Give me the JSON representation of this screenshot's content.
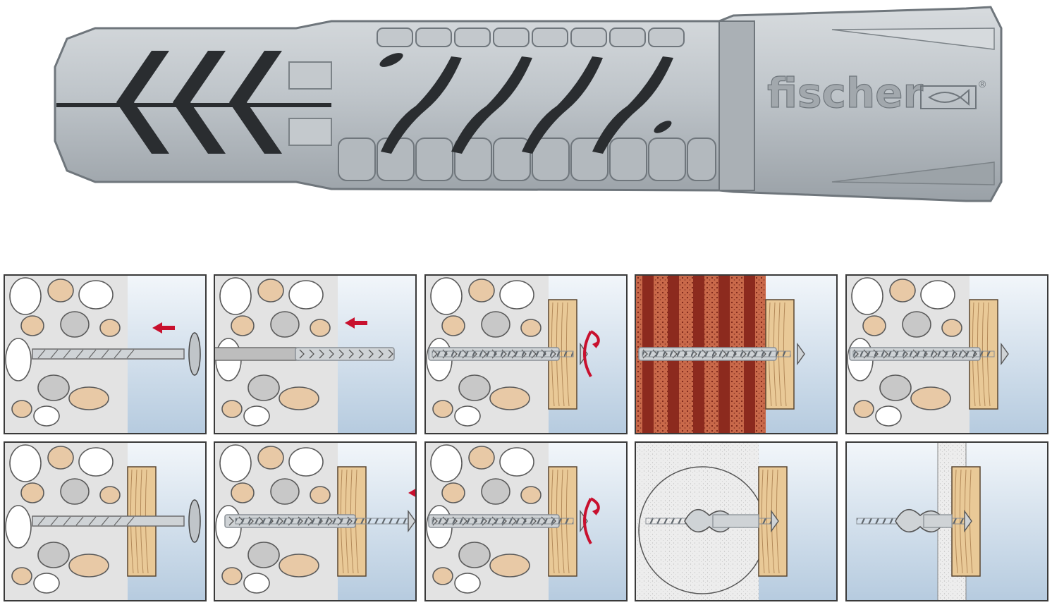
{
  "product": {
    "brand_text": "fischer",
    "registered_mark": "®",
    "colors": {
      "body": "#b9bfc4",
      "body_light": "#d4d8db",
      "body_dark": "#8f969c",
      "slot": "#2a2d30",
      "outline": "#7d848a"
    }
  },
  "steps": [
    {
      "id": "a1",
      "substrate": "concrete",
      "fixture": "none",
      "tool": "drill",
      "action": "arrow-left"
    },
    {
      "id": "a2",
      "substrate": "concrete",
      "fixture": "none",
      "tool": "insert",
      "action": "arrow-left"
    },
    {
      "id": "a3",
      "substrate": "concrete",
      "fixture": "wood",
      "tool": "screw",
      "action": "rotate"
    },
    {
      "id": "a4",
      "substrate": "brick",
      "fixture": "wood",
      "tool": "screw",
      "action": "none"
    },
    {
      "id": "a5",
      "substrate": "concrete",
      "fixture": "wood",
      "tool": "screw",
      "action": "none"
    },
    {
      "id": "b1",
      "substrate": "concrete",
      "fixture": "wood",
      "tool": "drill",
      "action": "none"
    },
    {
      "id": "b2",
      "substrate": "concrete",
      "fixture": "wood",
      "tool": "hammer",
      "action": "arrow-left"
    },
    {
      "id": "b3",
      "substrate": "concrete",
      "fixture": "wood",
      "tool": "screw",
      "action": "rotate"
    },
    {
      "id": "b4",
      "substrate": "aerated",
      "fixture": "wood",
      "tool": "knot",
      "action": "none"
    },
    {
      "id": "b5",
      "substrate": "board",
      "fixture": "wood",
      "tool": "knot",
      "action": "none"
    }
  ],
  "palette": {
    "panel_bg": "#e3e3e3",
    "sky_top": "#eef3f8",
    "sky_bottom": "#b8cde0",
    "stone_white": "#ffffff",
    "stone_grey": "#c8c8c8",
    "stone_tan": "#e8c9a6",
    "brick_dark": "#8c2a1e",
    "brick_light": "#c56b4c",
    "wood": "#e9c997",
    "wood_grain": "#b48a5a",
    "metal": "#cfd3d6",
    "metal_dark": "#8a9096",
    "arrow_red": "#c8102e",
    "frame": "#3a3a3a"
  }
}
